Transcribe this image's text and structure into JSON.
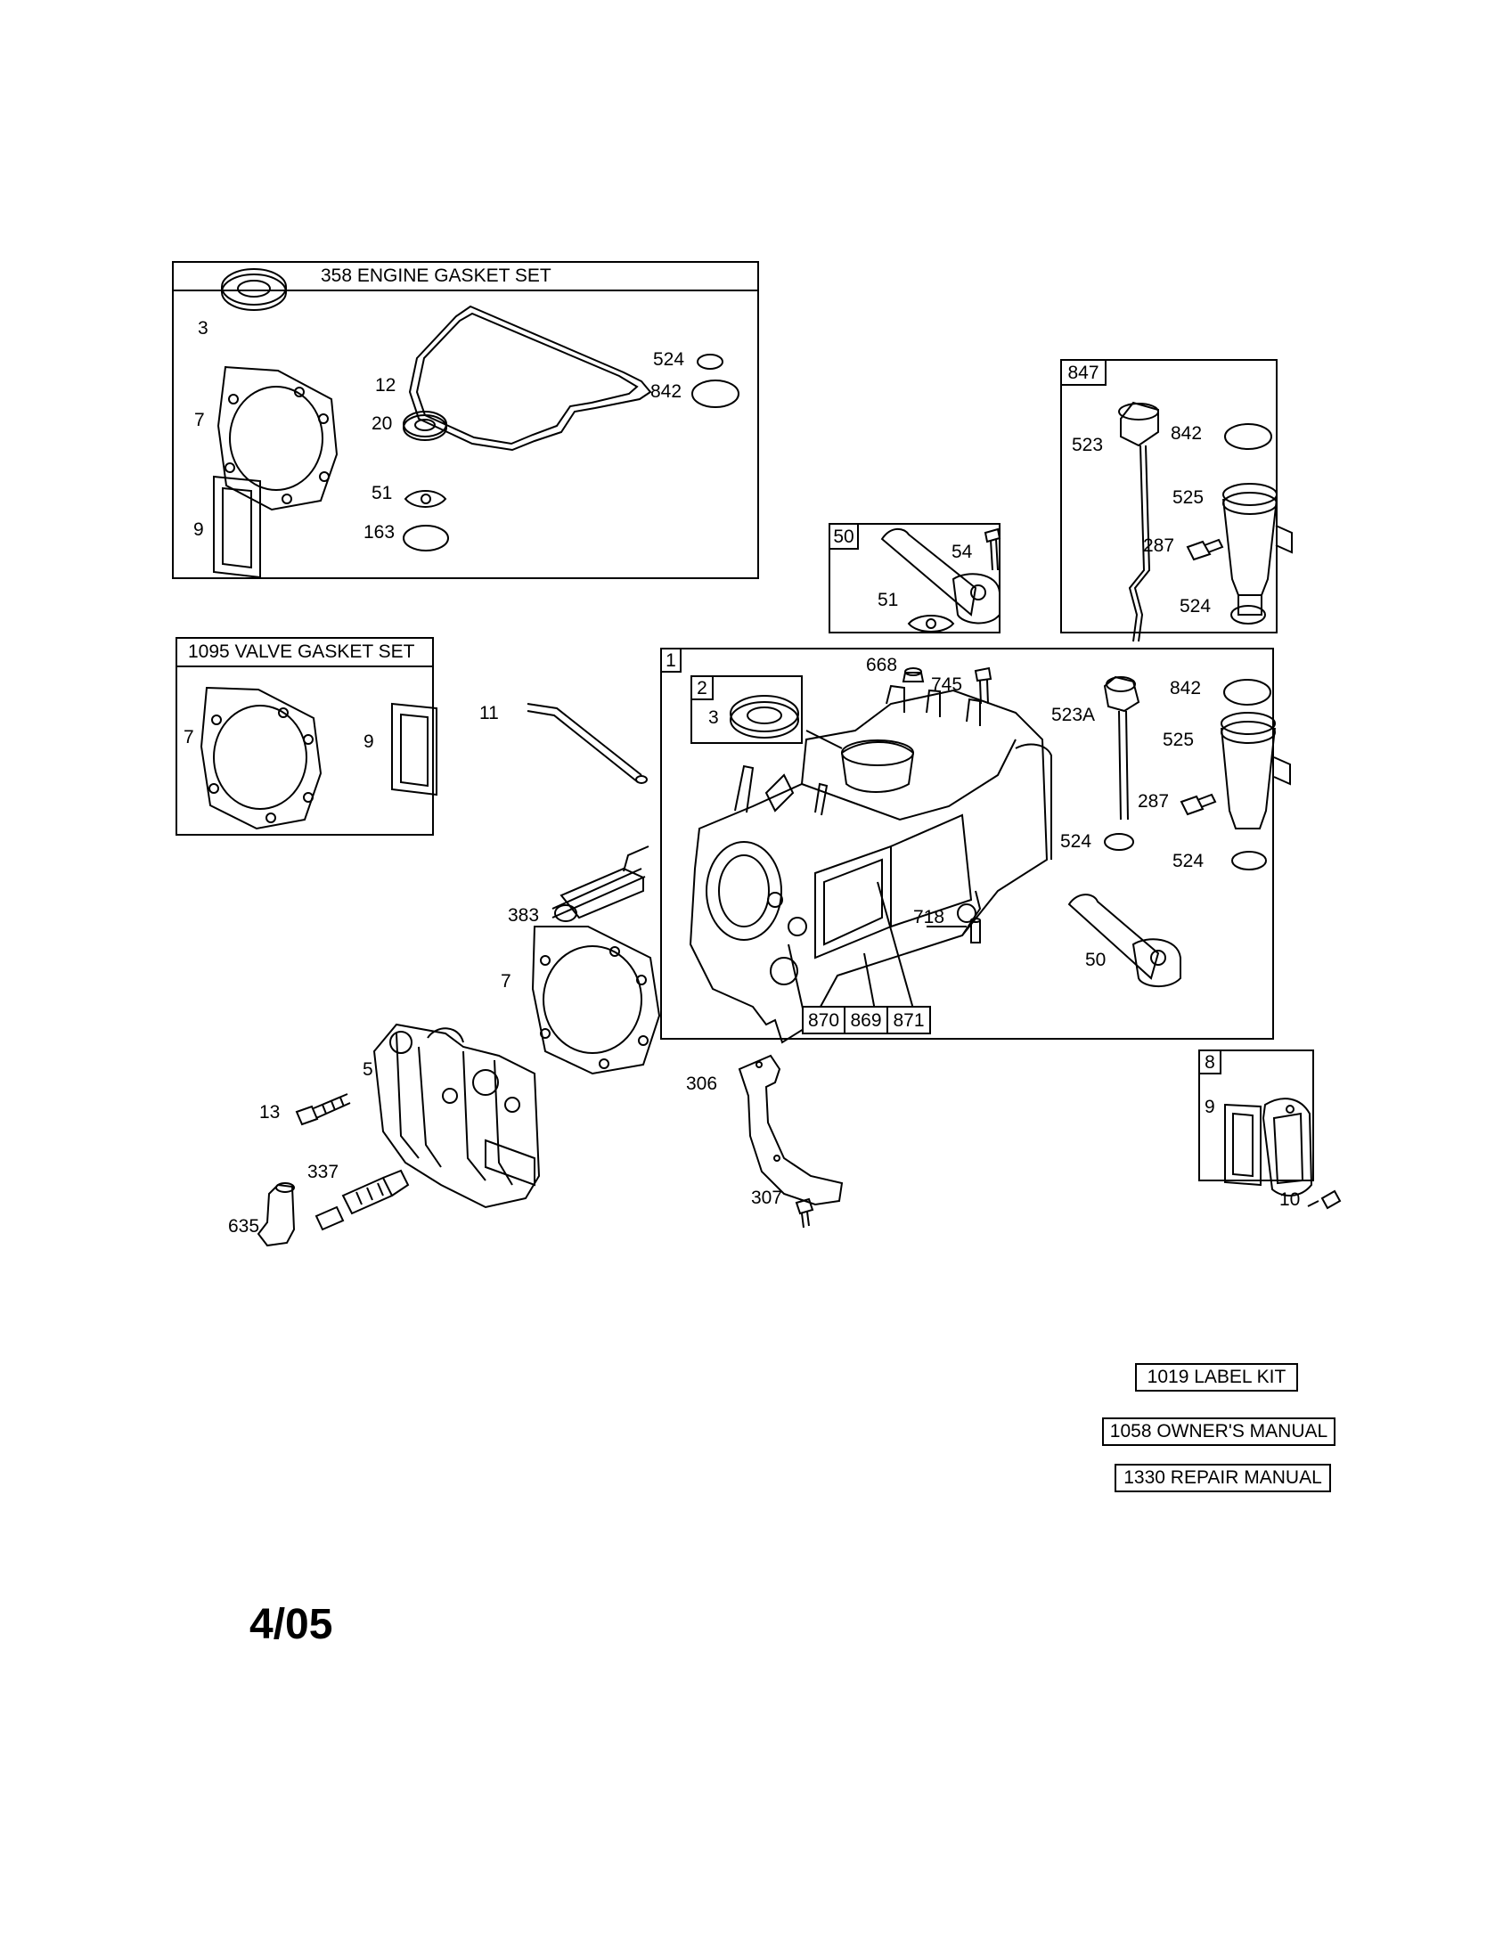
{
  "kits": {
    "engine_gasket_set": "358 ENGINE GASKET SET",
    "valve_gasket_set": "1095 VALVE GASKET SET"
  },
  "groups": {
    "g1": "1",
    "g2": "2",
    "g8": "8",
    "g50": "50",
    "g847": "847",
    "g870": "870",
    "g869": "869",
    "g871": "871"
  },
  "labels": {
    "a3": "3",
    "a7": "7",
    "a9": "9",
    "a12": "12",
    "a20": "20",
    "a51": "51",
    "a163": "163",
    "a524": "524",
    "a842": "842",
    "v7": "7",
    "v9": "9",
    "p523": "523",
    "p842": "842",
    "p525": "525",
    "p287": "287",
    "p524": "524",
    "b54": "54",
    "b51": "51",
    "c668": "668",
    "c745": "745",
    "c3": "3",
    "c523a": "523A",
    "c842": "842",
    "c525": "525",
    "c287": "287",
    "c524a": "524",
    "c524b": "524",
    "c718": "718",
    "c50": "50",
    "d11": "11",
    "d383": "383",
    "d7": "7",
    "d5": "5",
    "d13": "13",
    "d337": "337",
    "d635": "635",
    "d306": "306",
    "d307": "307",
    "e9": "9",
    "e10": "10"
  },
  "documents": {
    "label_kit": "1019 LABEL KIT",
    "owners_manual": "1058 OWNER'S MANUAL",
    "repair_manual": "1330 REPAIR MANUAL"
  },
  "date": "4/05"
}
